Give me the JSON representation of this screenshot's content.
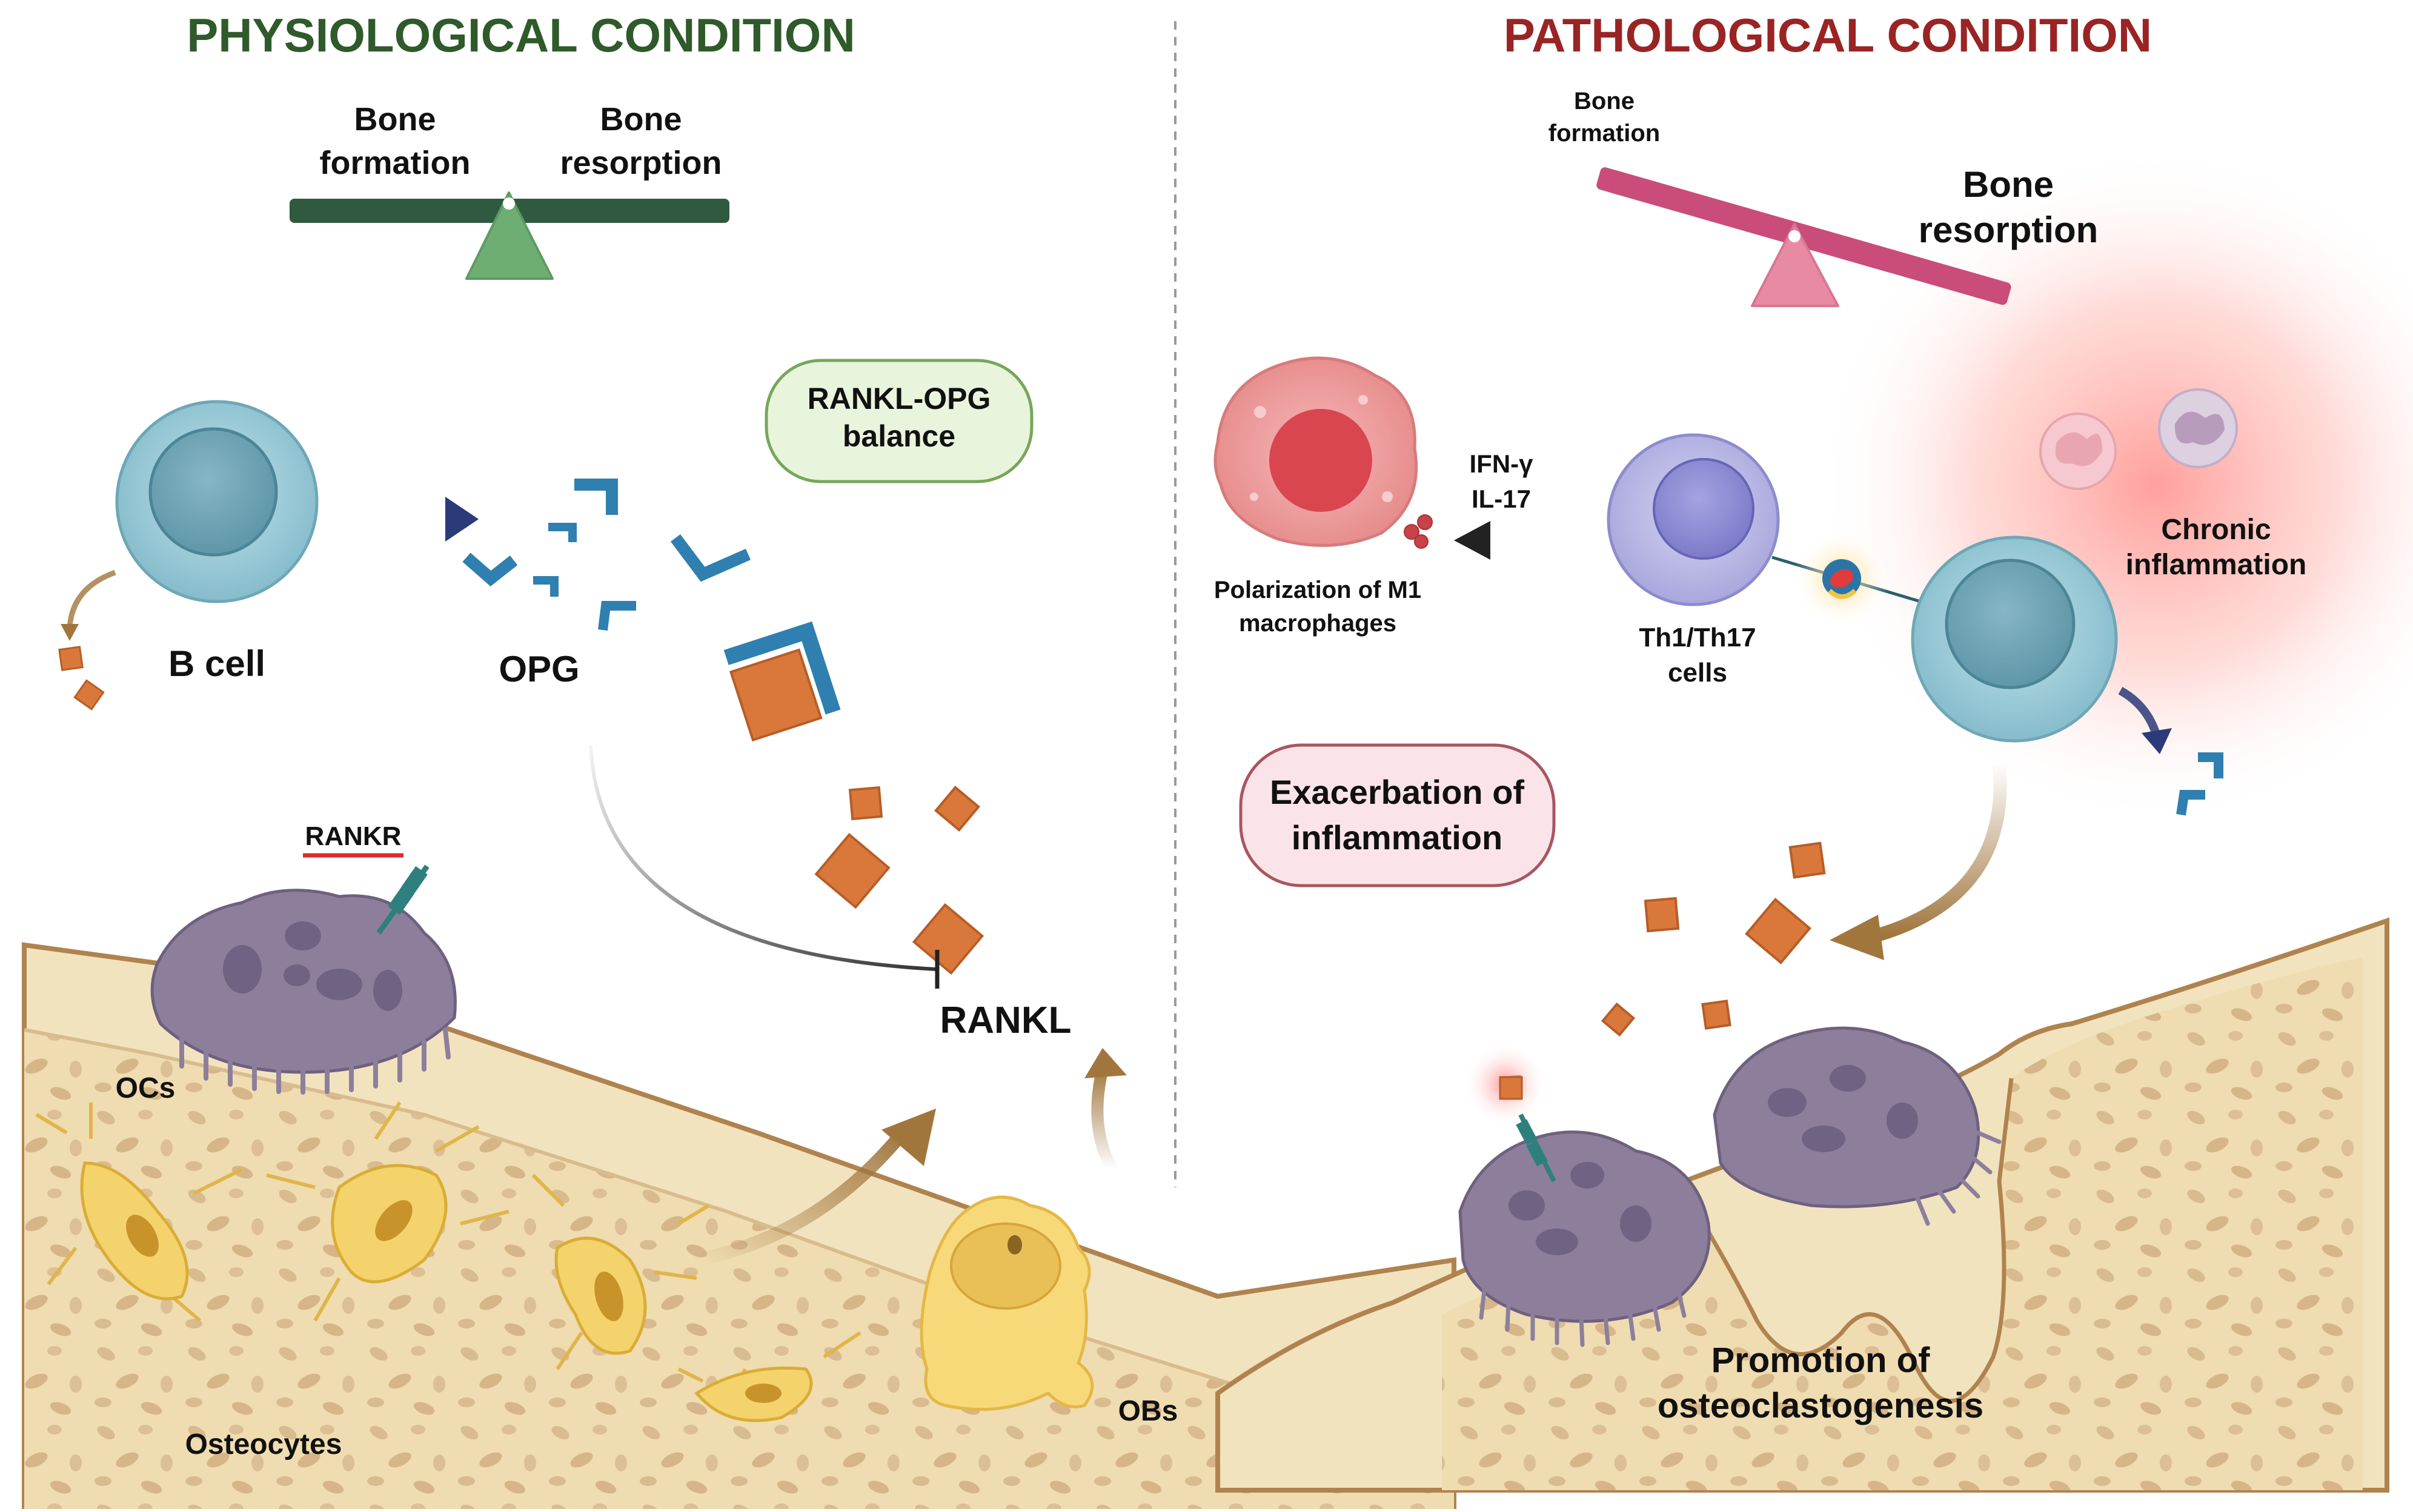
{
  "left_panel": {
    "heading": "PHYSIOLOGICAL CONDITION",
    "heading_color": "#2f5a2a",
    "balance": {
      "left_label": [
        "Bone",
        "formation"
      ],
      "right_label": [
        "Bone",
        "resorption"
      ]
    },
    "b_cell_label": "B cell",
    "opg_label": "OPG",
    "rankl_opg_box": [
      "RANKL-OPG",
      "balance"
    ],
    "rankr_label": "RANKR",
    "rankl_label": "RANKL",
    "ocs_label": "OCs",
    "osteocytes_label": "Osteocytes",
    "obs_label": "OBs"
  },
  "right_panel": {
    "heading": "PATHOLOGICAL CONDITION",
    "heading_color": "#9a2424",
    "balance": {
      "left_label": [
        "Bone",
        "formation"
      ],
      "right_label": [
        "Bone",
        "resorption"
      ]
    },
    "cytokines": [
      "IFN-γ",
      "IL-17"
    ],
    "m1_label": [
      "Polarization of M1",
      "macrophages"
    ],
    "th_label": [
      "Th1/Th17",
      "cells"
    ],
    "chronic_label": [
      "Chronic",
      "inflammation"
    ],
    "exacerbation_box": [
      "Exacerbation of",
      "inflammation"
    ],
    "promotion_label": [
      "Promotion of",
      "osteoclastogenesis"
    ]
  },
  "colors": {
    "bone_fill": "#efdcb0",
    "bone_dark": "#e2c597",
    "bone_spot": "#d3b187",
    "rankl_orange": "#d9783a",
    "opg_blue": "#2f7fb0",
    "osteoclast_purple": "#8d7f9c",
    "b_cell_teal": "#98c9d6",
    "green_beam": "#2f5a40",
    "pink_beam": "#c94c7a"
  }
}
